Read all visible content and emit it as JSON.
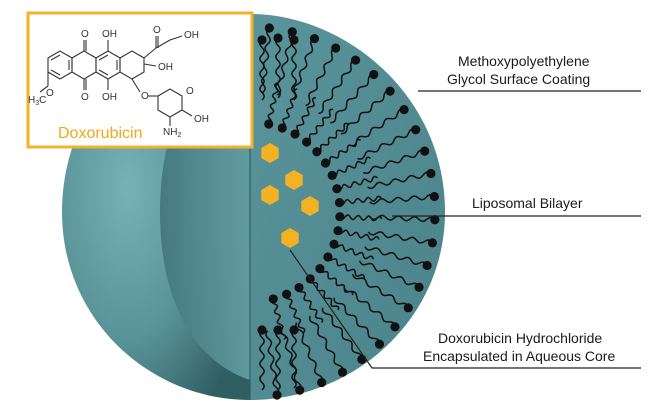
{
  "labels": {
    "peg_line1": "Methoxypolyethylene",
    "peg_line2": "Glycol Surface Coating",
    "bilayer": "Liposomal Bilayer",
    "core_line1": "Doxorubicin Hydrochloride",
    "core_line2": "Encapsulated in Aqueous Core"
  },
  "structure": {
    "caption": "Doxorubicin",
    "atoms": {
      "o1": "O",
      "oh1": "OH",
      "o2": "O",
      "oh2": "OH",
      "oh3": "OH",
      "methoxy": "H",
      "methoxy_c": "C",
      "methoxy_sub": "3",
      "o3": "O",
      "o4": "O",
      "oh4": "OH",
      "o5": "O",
      "o6": "O",
      "oh5": "OH",
      "nh": "NH",
      "nh_sub": "2"
    }
  },
  "colors": {
    "sphere": "#5f9aa0",
    "cut_face": "#4f8a90",
    "hexagon": "#f2b224",
    "head": "#111111",
    "frame": "#f0b32a"
  }
}
